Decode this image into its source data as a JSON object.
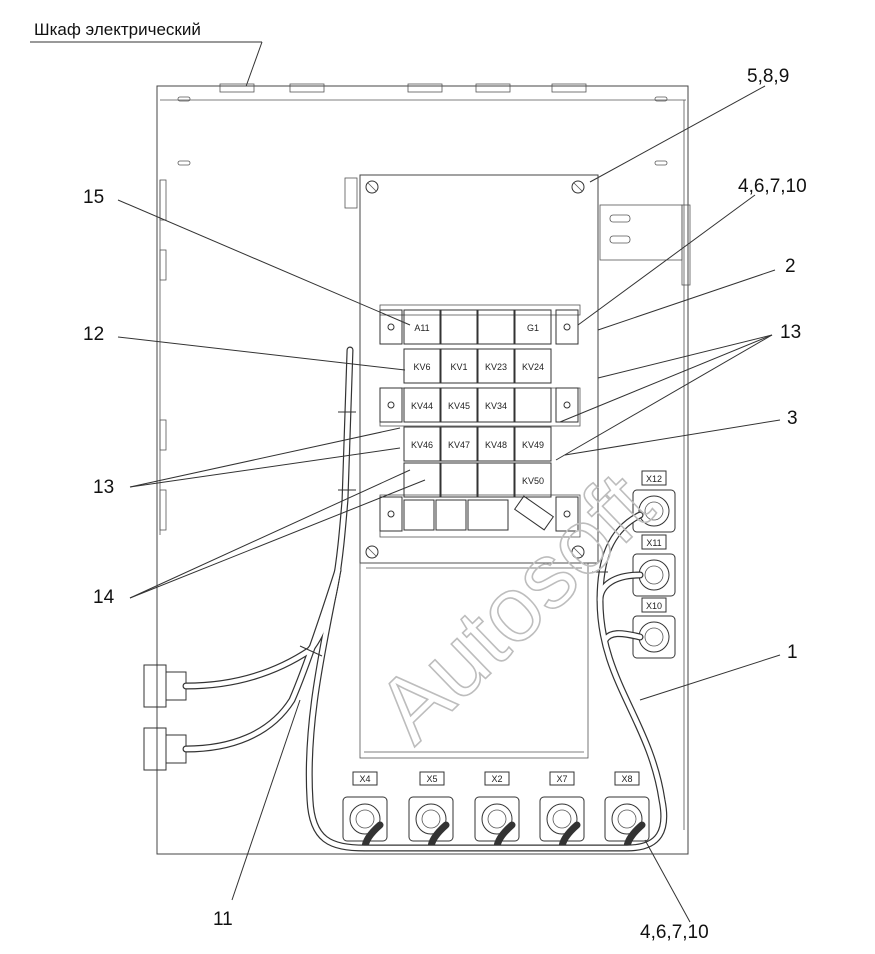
{
  "title": "Шкаф электрический",
  "callouts": {
    "c1": "1",
    "c2": "2",
    "c3": "3",
    "c4_right": "4,6,7,10",
    "c4_bottom": "4,6,7,10",
    "c589": "5,8,9",
    "c11": "11",
    "c12": "12",
    "c13_right": "13",
    "c13_left": "13",
    "c14": "14",
    "c15": "15"
  },
  "relays": {
    "r1": [
      "A11",
      "",
      "",
      "G1"
    ],
    "r2": [
      "KV6",
      "KV1",
      "KV23",
      "KV24"
    ],
    "r3": [
      "KV44",
      "KV45",
      "KV34",
      ""
    ],
    "r4": [
      "KV46",
      "KV47",
      "KV48",
      "KV49"
    ],
    "r5": [
      "",
      "",
      "",
      "KV50"
    ]
  },
  "connectors_right": [
    "X12",
    "X11",
    "X10"
  ],
  "connectors_bottom": [
    "X4",
    "X5",
    "X2",
    "X7",
    "X8"
  ],
  "watermark": "Autosoft"
}
